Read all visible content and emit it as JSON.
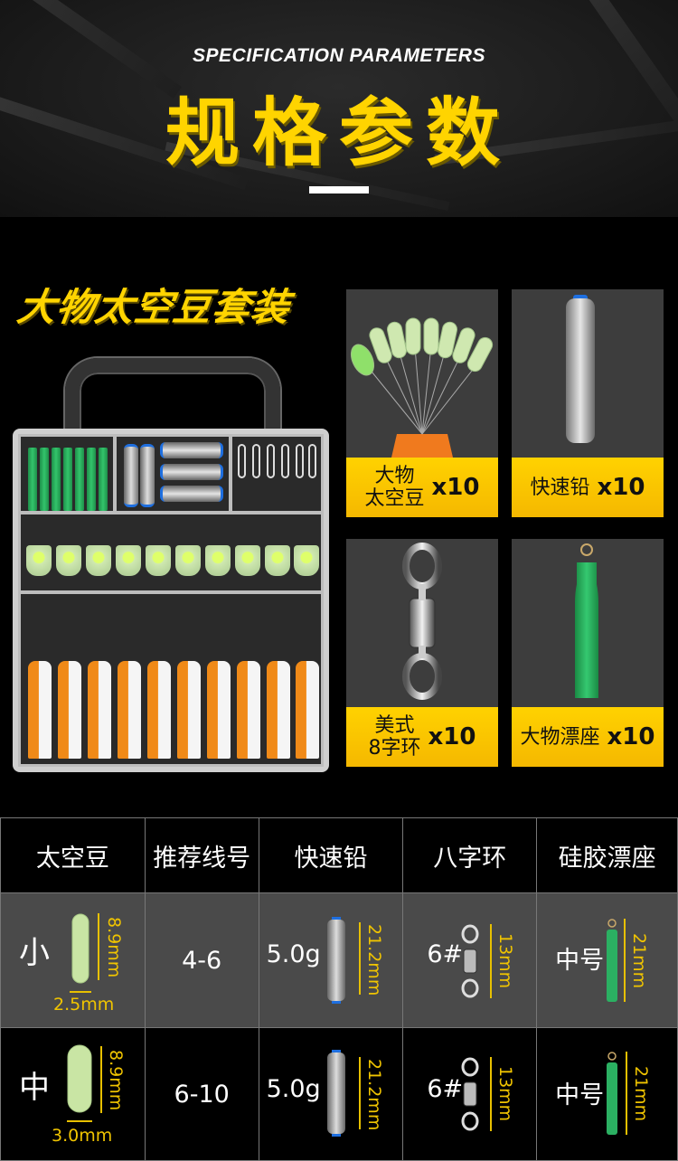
{
  "banner": {
    "subtitle": "SPECIFICATION PARAMETERS",
    "title": "规格参数"
  },
  "kit": {
    "title": "大物太空豆套装"
  },
  "products": [
    {
      "name_line1": "大物",
      "name_line2": "太空豆",
      "qty": "x10",
      "icon": "space-bean-icon"
    },
    {
      "name_line1": "快速铅",
      "name_line2": "",
      "qty": "x10",
      "icon": "quick-lead-icon"
    },
    {
      "name_line1": "美式",
      "name_line2": "8字环",
      "qty": "x10",
      "icon": "swivel-icon"
    },
    {
      "name_line1": "大物漂座",
      "name_line2": "",
      "qty": "x10",
      "icon": "float-seat-icon"
    }
  ],
  "table": {
    "headers": [
      "太空豆",
      "推荐线号",
      "快速铅",
      "八字环",
      "硅胶漂座"
    ],
    "rows": [
      {
        "size": "小",
        "bean_length": "8.9mm",
        "bean_width": "2.5mm",
        "line_no": "4-6",
        "lead_weight": "5.0g",
        "lead_length": "21.2mm",
        "swivel_size": "6#",
        "swivel_length": "13mm",
        "seat_size": "中号",
        "seat_length": "21mm"
      },
      {
        "size": "中",
        "bean_length": "8.9mm",
        "bean_width": "3.0mm",
        "line_no": "6-10",
        "lead_weight": "5.0g",
        "lead_length": "21.2mm",
        "swivel_size": "6#",
        "swivel_length": "13mm",
        "seat_size": "中号",
        "seat_length": "21mm"
      }
    ]
  },
  "colors": {
    "accent_yellow": "#ffd400",
    "dimension_yellow": "#f0c400",
    "row1_bg": "#4a4a4a",
    "row2_bg": "#000000"
  }
}
